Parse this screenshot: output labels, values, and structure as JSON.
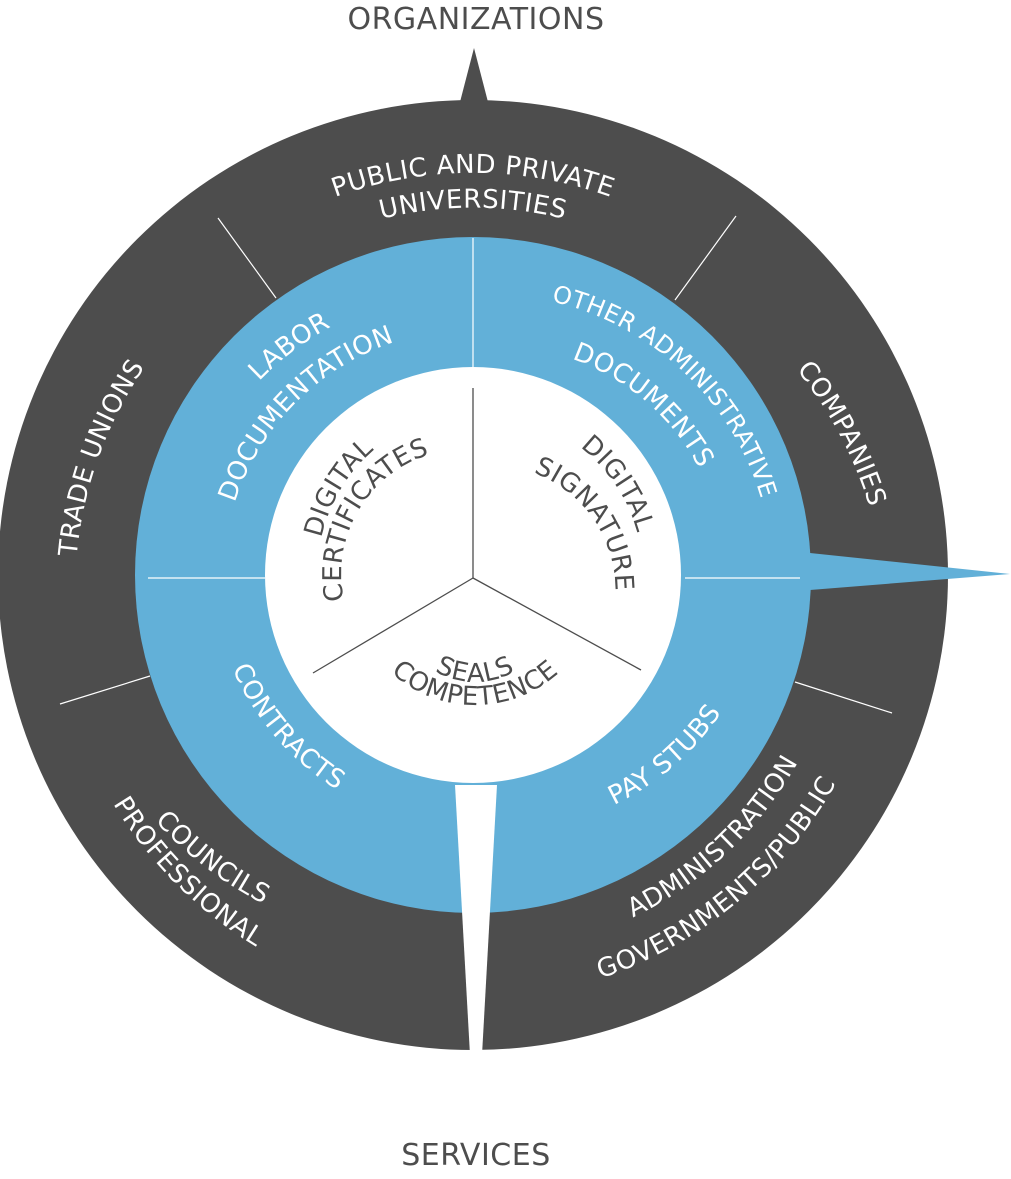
{
  "axis_labels": {
    "top": "ORGANIZATIONS",
    "bottom": "SERVICES"
  },
  "colors": {
    "dark_ring": "#4d4d4d",
    "blue_ring": "#62b0d8",
    "center": "#ffffff",
    "text_dark": "#4d4d4d",
    "text_light": "#ffffff"
  },
  "outer_ring": {
    "segments": [
      {
        "id": "universities",
        "lines": [
          "PUBLIC AND PRIVATE",
          "UNIVERSITIES"
        ]
      },
      {
        "id": "companies",
        "lines": [
          "COMPANIES"
        ]
      },
      {
        "id": "governments",
        "lines": [
          "GOVERNMENTS/PUBLIC",
          "ADMINISTRATION"
        ]
      },
      {
        "id": "professional-councils",
        "lines": [
          "PROFESSIONAL",
          "COUNCILS"
        ]
      },
      {
        "id": "trade-unions",
        "lines": [
          "TRADE UNIONS"
        ]
      }
    ]
  },
  "middle_ring": {
    "segments": [
      {
        "id": "labor-documentation",
        "lines": [
          "LABOR",
          "DOCUMENTATION"
        ]
      },
      {
        "id": "other-admin-documents",
        "lines": [
          "OTHER ADMINISTRATIVE",
          "DOCUMENTS"
        ]
      },
      {
        "id": "pay-stubs",
        "lines": [
          "PAY STUBS"
        ]
      },
      {
        "id": "contracts",
        "lines": [
          "CONTRACTS"
        ]
      }
    ]
  },
  "center": {
    "segments": [
      {
        "id": "digital-certificates",
        "lines": [
          "DIGITAL",
          "CERTIFICATES"
        ]
      },
      {
        "id": "digital-signature",
        "lines": [
          "DIGITAL",
          "SIGNATURE"
        ]
      },
      {
        "id": "competence-seals",
        "lines": [
          "COMPETENCE",
          "SEALS"
        ]
      }
    ]
  }
}
